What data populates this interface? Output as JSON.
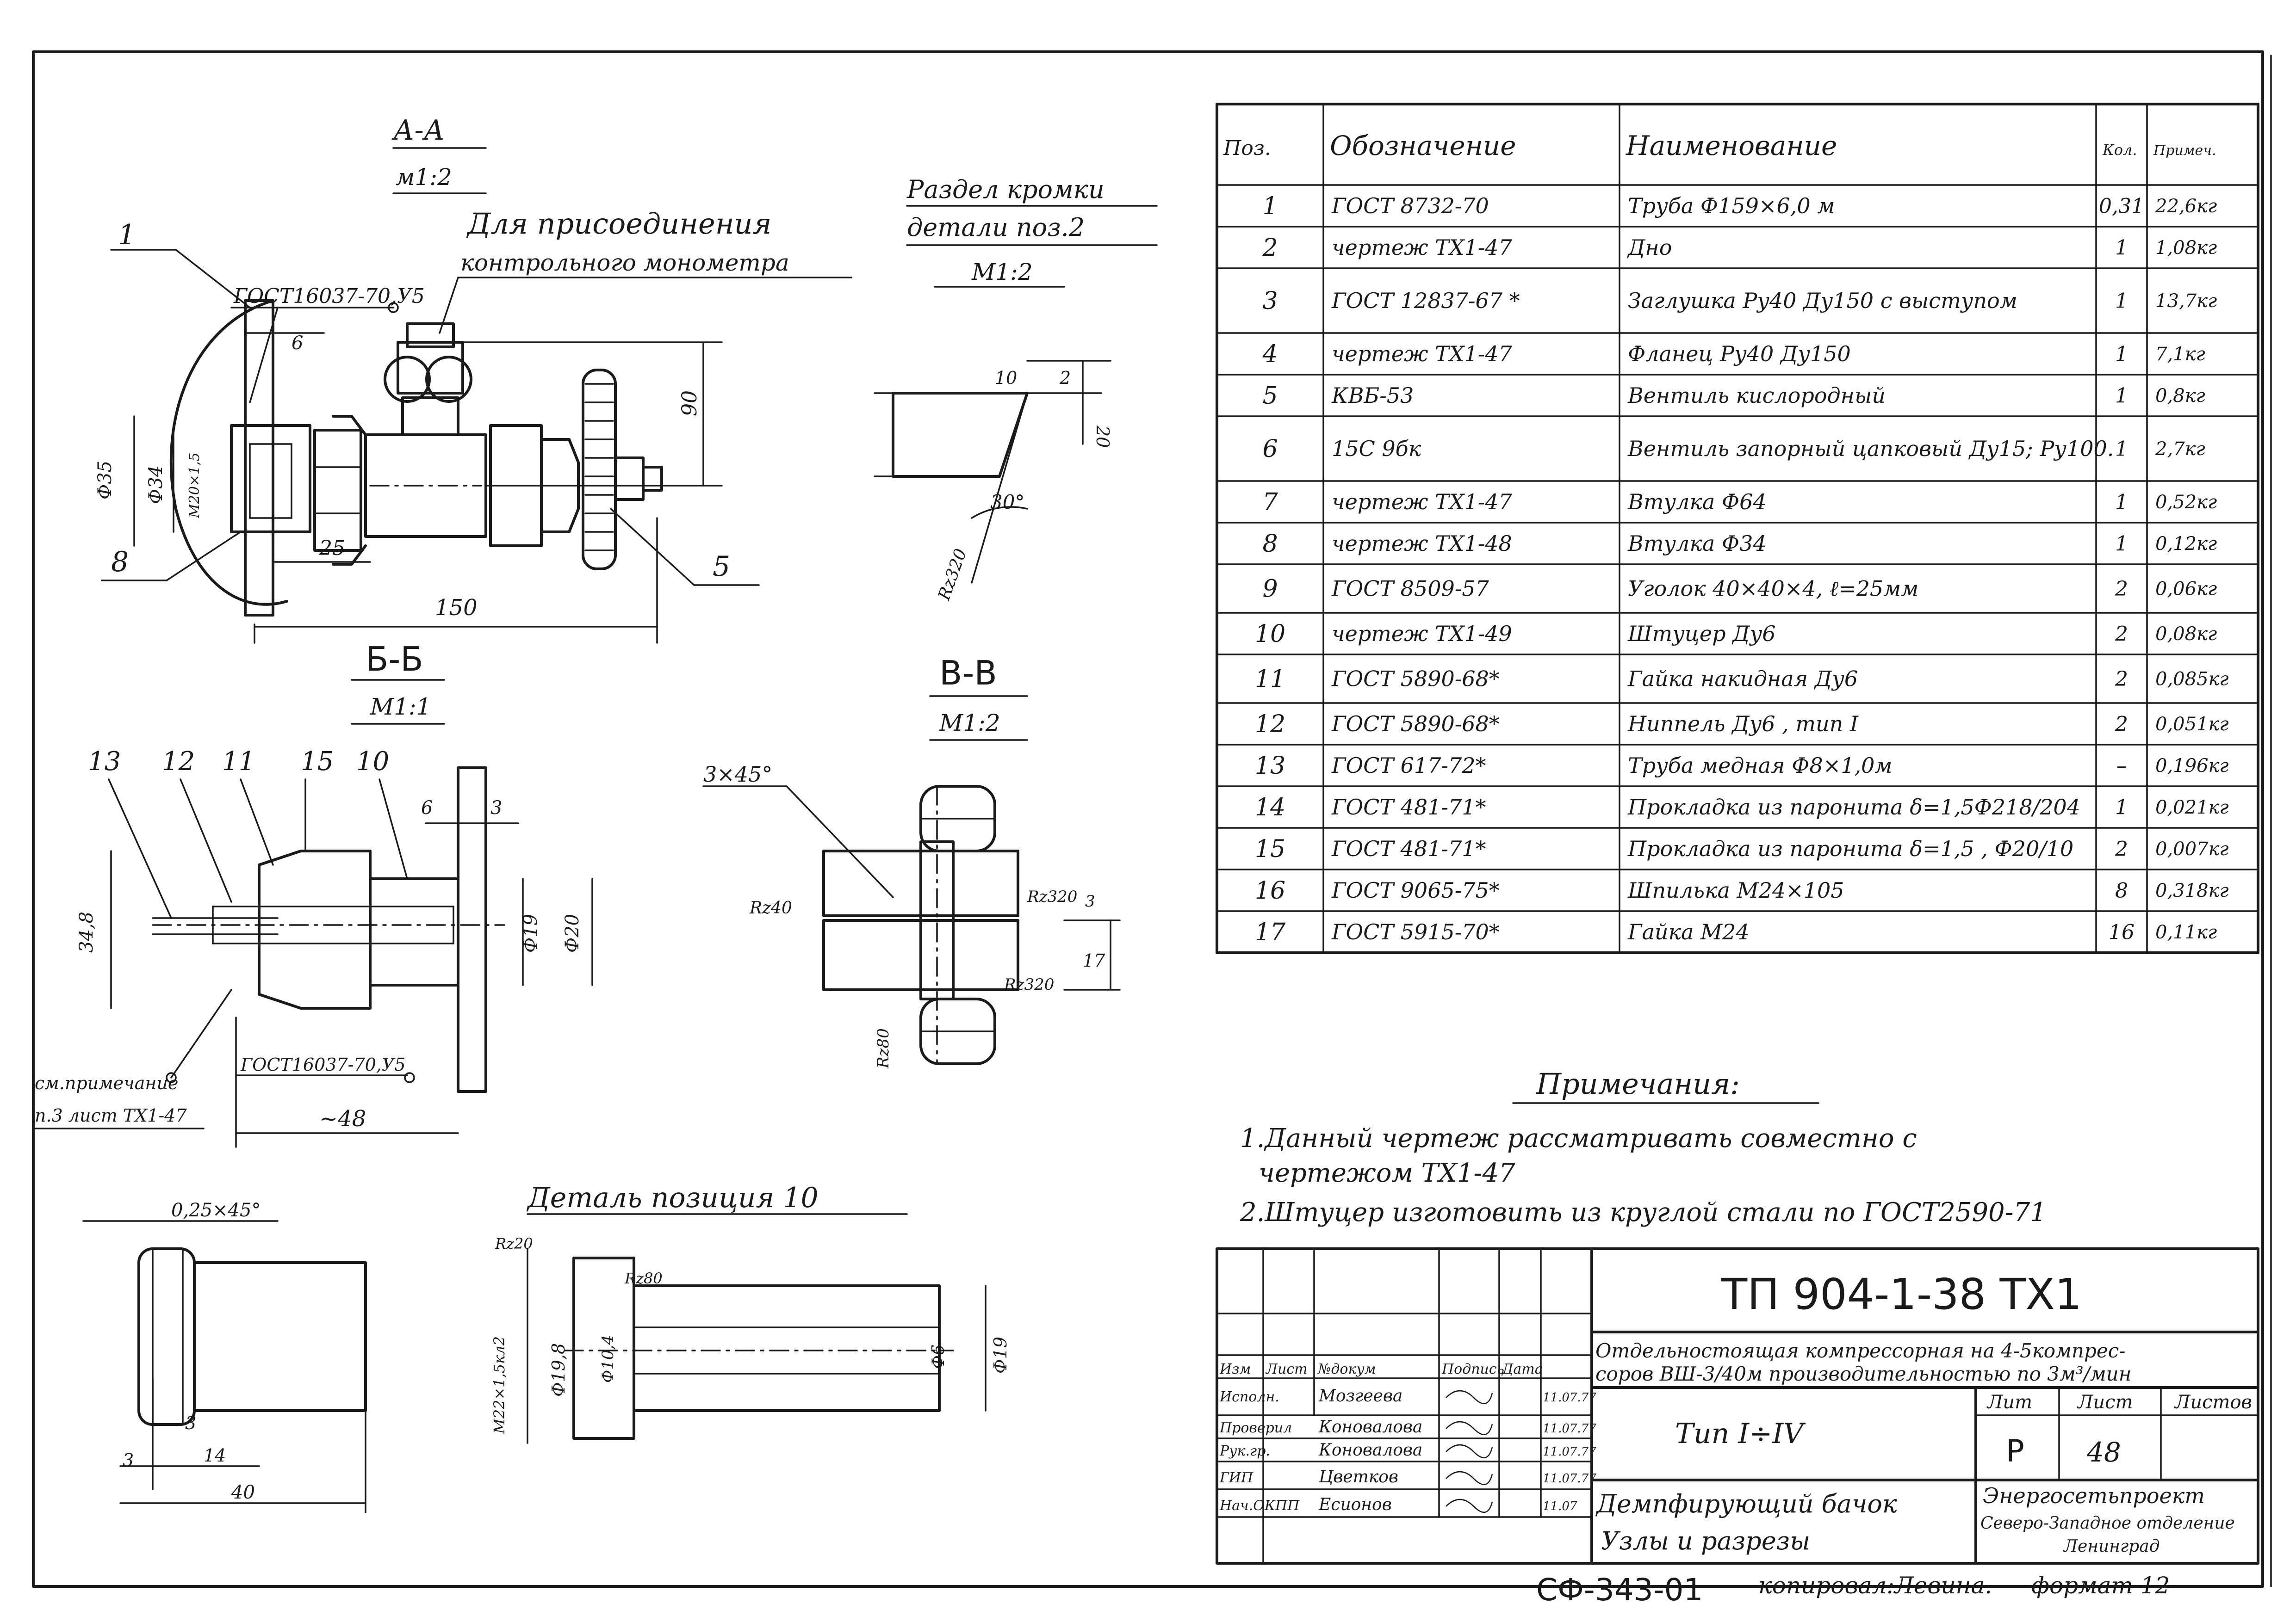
{
  "colors": {
    "ink": "#1a1a1a",
    "paper": "#ffffff"
  },
  "drawing": {
    "section_aa": {
      "title": "А-А",
      "scale": "м1:2"
    },
    "section_bb": {
      "title": "Б-Б",
      "scale": "М1:1"
    },
    "section_vv": {
      "title": "В-В",
      "scale": "М1:2"
    },
    "cut_detail": {
      "title": "Раздел кромки",
      "subtitle": "детали поз.2",
      "scale": "М1:2"
    },
    "detail_10": {
      "title": "Деталь позиция 10"
    },
    "note_connect_1": "Для присоединения",
    "note_connect_2": "контрольного монометра",
    "gost_weld": "ГОСТ16037-70,У5",
    "gost_weld_b": "ГОСТ16037-70,У5",
    "see_note_1": "см.примечание",
    "see_note_2": "п.3 лист ТХ1-47",
    "dims": {
      "aa_150": "150",
      "aa_90": "90",
      "aa_25": "25",
      "aa_6": "6",
      "aa_d35": "Ф35",
      "aa_d34": "Ф34",
      "aa_m20": "М20×1,5",
      "bb_48": "~48",
      "bb_6": "6",
      "bb_3": "3",
      "bb_19": "Ф19",
      "bb_20": "Ф20",
      "bb_34": "34,8",
      "edge_30": "30°",
      "edge_10": "10",
      "edge_2": "2",
      "edge_20": "20",
      "edge_rz": "Rz320",
      "vv_chamfer": "3×45°",
      "vv_rz40": "Rz40",
      "vv_rz320a": "Rz320",
      "vv_rz320b": "Rz320",
      "vv_rz80": "Rz80",
      "vv_3": "3",
      "vv_17": "17",
      "d10_chamfer": "0,25×45°",
      "d10_3a": "3",
      "d10_3b": "3",
      "d10_14": "14",
      "d10_40": "40",
      "d10_rz20": "Rz20",
      "d10_rz80": "Rz80",
      "d10_m": "М22×1,5кл2",
      "d10_198": "Ф19,8",
      "d10_104": "Ф10,4",
      "d10_6": "Ф6",
      "d10_19": "Ф19"
    },
    "callouts": [
      "1",
      "8",
      "5",
      "13",
      "12",
      "11",
      "15",
      "10"
    ]
  },
  "spec": {
    "headers": [
      "Поз.",
      "Обозначение",
      "Наименование",
      "Кол.",
      "Примеч."
    ],
    "rows": [
      [
        "1",
        "ГОСТ 8732-70",
        "Труба Ф159×6,0     м",
        "0,31",
        "22,6кг"
      ],
      [
        "2",
        "чертеж ТХ1-47",
        "Дно",
        "1",
        "1,08кг"
      ],
      [
        "3",
        "ГОСТ 12837-67 *",
        "Заглушка Ру40 Ду150 с выступом",
        "1",
        "13,7кг"
      ],
      [
        "4",
        "чертеж ТХ1-47",
        "Фланец Ру40 Ду150",
        "1",
        "7,1кг"
      ],
      [
        "5",
        "КВБ-53",
        "Вентиль кислородный",
        "1",
        "0,8кг"
      ],
      [
        "6",
        "15С 9бк",
        "Вентиль запорный цапковый Ду15; Ру100.",
        "1",
        "2,7кг"
      ],
      [
        "7",
        "чертеж ТХ1-47",
        "Втулка Ф64",
        "1",
        "0,52кг"
      ],
      [
        "8",
        "чертеж ТХ1-48",
        "Втулка Ф34",
        "1",
        "0,12кг"
      ],
      [
        "9",
        "ГОСТ 8509-57",
        "Уголок 40×40×4, ℓ=25мм",
        "2",
        "0,06кг"
      ],
      [
        "10",
        "чертеж ТХ1-49",
        "Штуцер Ду6",
        "2",
        "0,08кг"
      ],
      [
        "11",
        "ГОСТ 5890-68*",
        "Гайка накидная Ду6",
        "2",
        "0,085кг"
      ],
      [
        "12",
        "ГОСТ 5890-68*",
        "Ниппель Ду6 , тип I",
        "2",
        "0,051кг"
      ],
      [
        "13",
        "ГОСТ 617-72*",
        "Труба медная Ф8×1,0м",
        "–",
        "0,196кг"
      ],
      [
        "14",
        "ГОСТ 481-71*",
        "Прокладка из паронита δ=1,5Ф218/204",
        "1",
        "0,021кг"
      ],
      [
        "15",
        "ГОСТ 481-71*",
        "Прокладка из паронита δ=1,5 , Ф20/10",
        "2",
        "0,007кг"
      ],
      [
        "16",
        "ГОСТ 9065-75*",
        "Шпилька М24×105",
        "8",
        "0,318кг"
      ],
      [
        "17",
        "ГОСТ 5915-70*",
        "Гайка М24",
        "16",
        "0,11кг"
      ]
    ]
  },
  "notes": {
    "title": "Примечания:",
    "line1": "1.Данный чертеж рассматривать совместно с",
    "line2": "чертежом ТХ1-47",
    "line3": "2.Штуцер изготовить из круглой стали по ГОСТ2590-71"
  },
  "title_block": {
    "code": "ТП 904-1-38   ТХ1",
    "desc1": "Отдельностоящая компрессорная на 4-5компрес-",
    "desc2": "соров ВШ-3/40м производительностью по 3м³/мин",
    "type": "Тип I÷IV",
    "drawing_title1": "Демпфирующий бачок",
    "drawing_title2": "Узлы и разрезы",
    "org1": "Энергосетьпроект",
    "org2": "Северо-Западное отделение",
    "org3": "Ленинград",
    "col_headers": [
      "Изм",
      "Лист",
      "№докум",
      "Подпись",
      "Дата"
    ],
    "roles": [
      "Исполн.",
      "Проверил",
      "Рук.гр.",
      "ГИП",
      "Нач.ОКПП"
    ],
    "names": [
      "Мозгеева",
      "Коновалова",
      "Коновалова",
      "Цветков",
      "Есионов"
    ],
    "dates": [
      "11.07.77",
      "11.07.77",
      "11.07.77",
      "11.07.77",
      "11.07"
    ],
    "stage_label": "Лит",
    "sheet_label": "Лист",
    "sheets_label": "Листов",
    "stage": "Р",
    "sheet": "48"
  },
  "footer": {
    "archive": "СФ-343-01",
    "copied": "копировал:Левина.",
    "format": "формат 12"
  }
}
